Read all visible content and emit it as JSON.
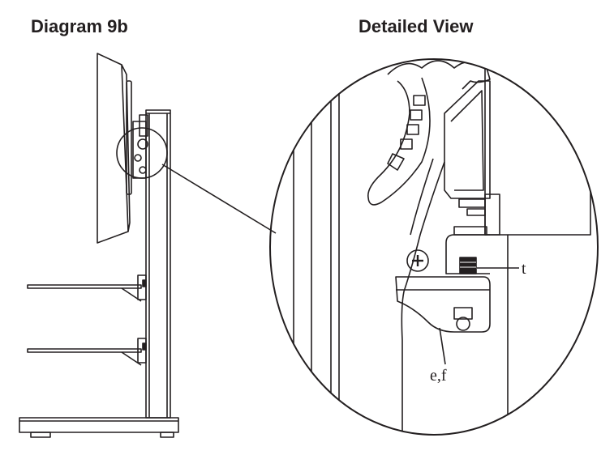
{
  "titles": {
    "left": "Diagram 9b",
    "right": "Detailed View"
  },
  "callouts": {
    "t": "t",
    "ef": "e,f"
  },
  "colors": {
    "ink": "#231f20",
    "background": "#ffffff"
  }
}
